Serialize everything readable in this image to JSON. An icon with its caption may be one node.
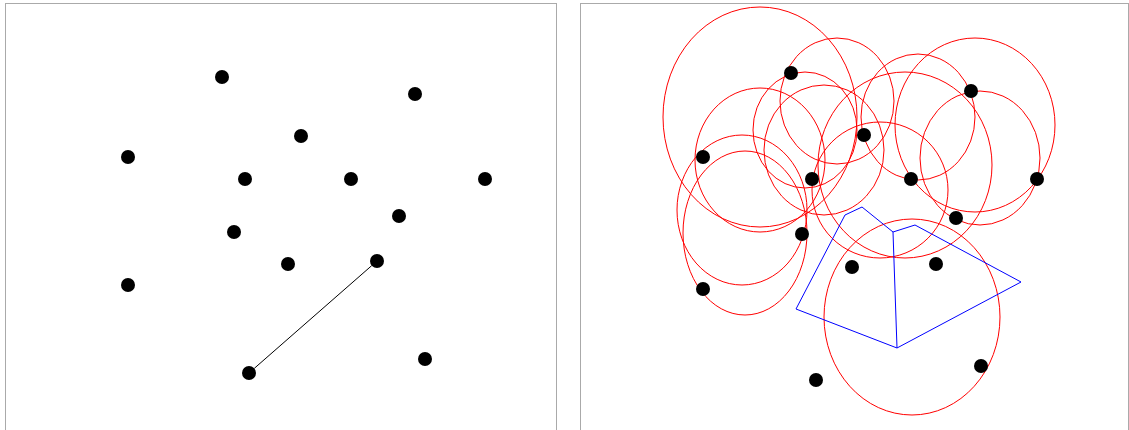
{
  "diagram": {
    "nodes": [
      {
        "text": [],
        "shape": "circle"
      },
      {
        "text": [],
        "shape": "circle"
      },
      {
        "text": [],
        "shape": "circle"
      },
      {
        "text": [],
        "shape": "circle"
      },
      {
        "text": [],
        "shape": "circle"
      },
      {
        "text": [],
        "shape": "circle"
      },
      {
        "text": [],
        "shape": "circle"
      },
      {
        "text": [],
        "shape": "circle"
      },
      {
        "text": [],
        "shape": "circle"
      },
      {
        "text": [],
        "shape": "circle"
      },
      {
        "text": [],
        "shape": "circle"
      },
      {
        "text": [],
        "shape": "circle"
      },
      {
        "text": [],
        "shape": "circle"
      },
      {
        "text": [],
        "shape": "circle"
      },
      {
        "text": [],
        "shape": "circle"
      },
      {
        "text": [],
        "shape": "circle"
      },
      {
        "text": [],
        "shape": "circle"
      },
      {
        "text": [],
        "shape": "circle"
      },
      {
        "text": [],
        "shape": "circle"
      },
      {
        "text": [],
        "shape": "circle"
      },
      {
        "text": [],
        "shape": "circle"
      },
      {
        "text": [],
        "shape": "circle"
      },
      {
        "text": [],
        "shape": "circle"
      },
      {
        "text": [],
        "shape": "circle"
      },
      {
        "text": [],
        "shape": "circle"
      },
      {
        "text": [],
        "shape": "circle"
      },
      {
        "text": [],
        "shape": "circle"
      },
      {
        "text": [],
        "shape": "circle"
      }
    ],
    "edges": [
      {
        "from": 10,
        "to": 12,
        "arrow": "none"
      }
    ]
  }
}
